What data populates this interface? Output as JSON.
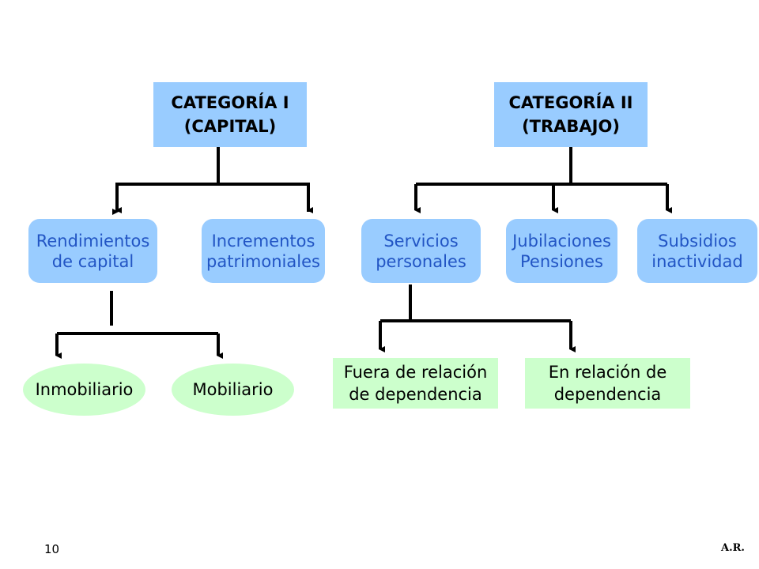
{
  "categories": [
    {
      "line1": "CATEGORÍA I",
      "line2": "(CAPITAL)"
    },
    {
      "line1": "CATEGORÍA II",
      "line2": "(TRABAJO)"
    }
  ],
  "subcategories": [
    {
      "line1": "Rendimientos",
      "line2": "de capital"
    },
    {
      "line1": "Incrementos",
      "line2": "patrimoniales"
    },
    {
      "line1": "Servicios",
      "line2": "personales"
    },
    {
      "line1": "Jubilaciones",
      "line2": "Pensiones"
    },
    {
      "line1": "Subsidios",
      "line2": "inactividad"
    }
  ],
  "capital_leaves": [
    "Inmobiliario",
    "Mobiliario"
  ],
  "trabajo_leaves": [
    {
      "line1": "Fuera de relación",
      "line2": "de dependencia"
    },
    {
      "line1": "En relación de",
      "line2": "dependencia"
    }
  ],
  "footer": {
    "page_number": "10",
    "author": "A.R."
  },
  "colors": {
    "category_fill": "#99ccff",
    "subcategory_text": "#2255c4",
    "leaf_fill": "#ccffcc",
    "connector": "#000000"
  }
}
